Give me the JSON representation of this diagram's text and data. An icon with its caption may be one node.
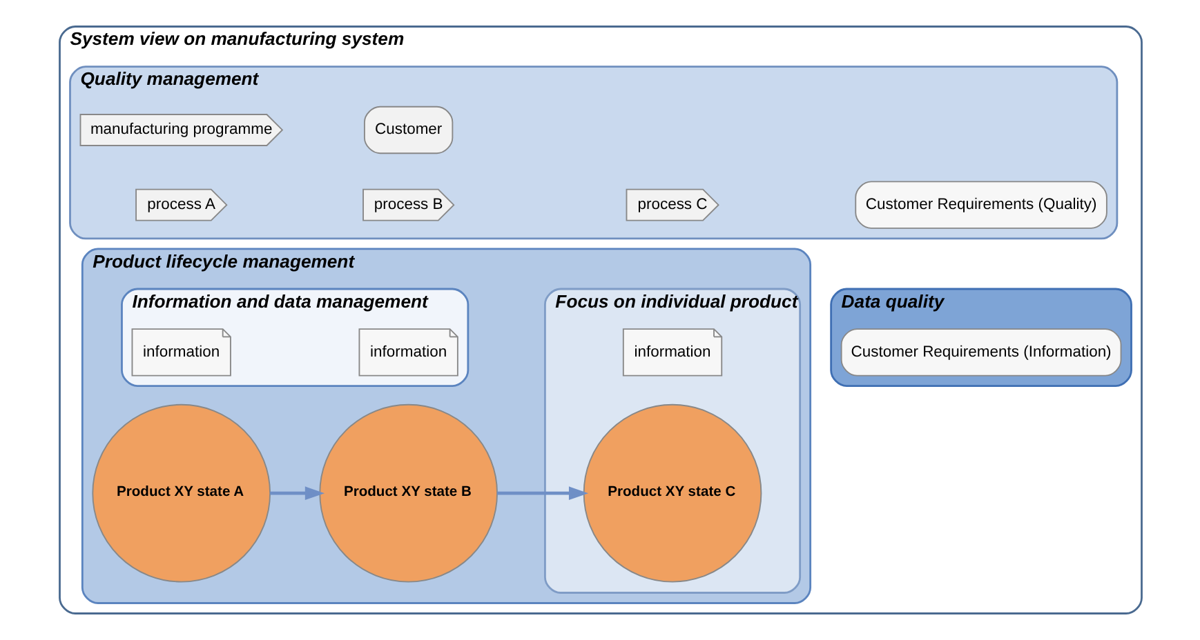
{
  "diagram": {
    "nodes": [
      {
        "text": [
          "System view on manufacturing system"
        ]
      },
      {
        "text": [
          "Quality management"
        ],
        "in": 0
      },
      {
        "text": [
          "manufacturing programme"
        ],
        "in": 1
      },
      {
        "text": [
          "process A"
        ],
        "in": 1
      },
      {
        "text": [
          "process B"
        ],
        "in": 1
      },
      {
        "text": [
          "process C"
        ],
        "in": 1
      },
      {
        "text": [
          "Customer"
        ],
        "in": 1
      },
      {
        "text": [
          "Product lifecycle management"
        ],
        "in": 0
      },
      {
        "text": [
          "Information and data management"
        ],
        "in": 7
      },
      {
        "text": [
          "Focus on individual product"
        ],
        "in": 7
      },
      {
        "text": [
          "Product XY state A"
        ],
        "in": 7
      },
      {
        "text": [
          "Product XY state B"
        ],
        "in": 7
      },
      {
        "text": [
          "Product XY state C"
        ],
        "in": 9
      },
      {
        "text": [
          "information"
        ],
        "in": 8
      },
      {
        "text": [
          "information"
        ],
        "in": 8
      },
      {
        "text": [
          "information"
        ],
        "in": 9
      },
      {
        "text": [
          "Data quality"
        ],
        "in": 0
      },
      {
        "text": [
          "Customer Requirements (Quality)"
        ],
        "in": 1
      },
      {
        "text": [
          "Customer Requirements (Information)"
        ],
        "in": 16
      }
    ],
    "edges": [
      {
        "from": 10,
        "to": 11,
        "arrow": "to"
      },
      {
        "from": 11,
        "to": 12,
        "arrow": "to"
      }
    ]
  }
}
